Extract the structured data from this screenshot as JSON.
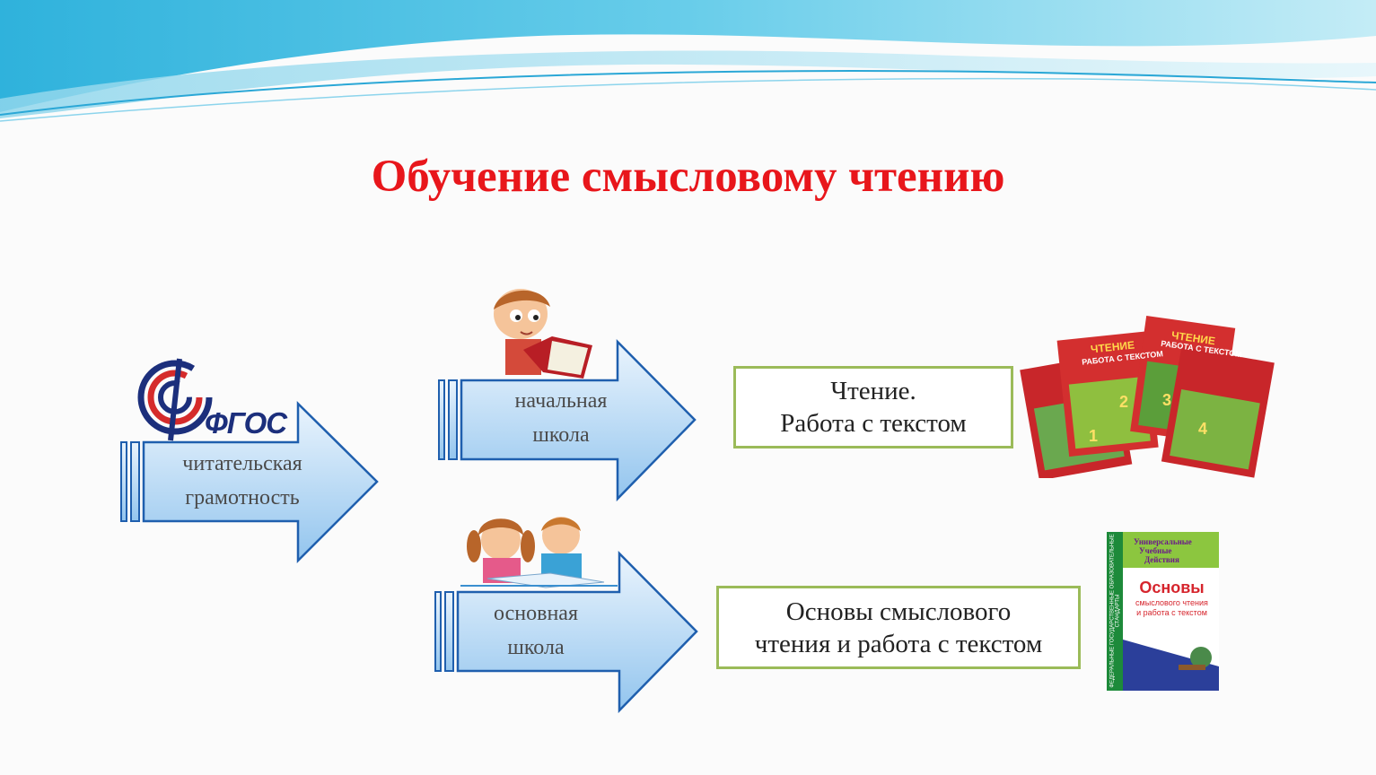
{
  "title": "Обучение смысловому чтению",
  "logo": {
    "text": "ФГОС",
    "icon": "fgos-logo-icon"
  },
  "arrows": [
    {
      "id": "reading-literacy",
      "lines": [
        "читательская",
        "грамотность"
      ]
    },
    {
      "id": "primary-school",
      "lines": [
        "начальная",
        "школа"
      ]
    },
    {
      "id": "basic-school",
      "lines": [
        "основная",
        "школа"
      ]
    }
  ],
  "boxes": [
    {
      "id": "reading-box",
      "lines": [
        "Чтение.",
        "Работа с текстом"
      ]
    },
    {
      "id": "semantic-box",
      "lines": [
        "Основы смыслового",
        "чтения и работа с текстом"
      ]
    }
  ],
  "book_cover": {
    "header": [
      "Универсальные",
      "Учебные",
      "Действия"
    ],
    "title": "Основы",
    "subtitle": [
      "смыслового чтения",
      "и работа с текстом"
    ],
    "spine": "ФЕДЕРАЛЬНЫЕ ГОСУДАРСТВЕННЫЕ ОБРАЗОВАТЕЛЬНЫЕ СТАНДАРТЫ"
  },
  "workbooks": {
    "title": "ЧТЕНИЕ",
    "subtitle": "РАБОТА С ТЕКСТОМ",
    "numbers": [
      "1",
      "2",
      "3",
      "4"
    ]
  },
  "colors": {
    "title": "#e8161b",
    "arrow_fill_top": "#eaf4fd",
    "arrow_fill_bottom": "#93c5ee",
    "arrow_stroke": "#1f5fae",
    "box_border": "#9bbb59",
    "logo_blue": "#1c2f7c",
    "logo_red": "#d52b2b"
  }
}
